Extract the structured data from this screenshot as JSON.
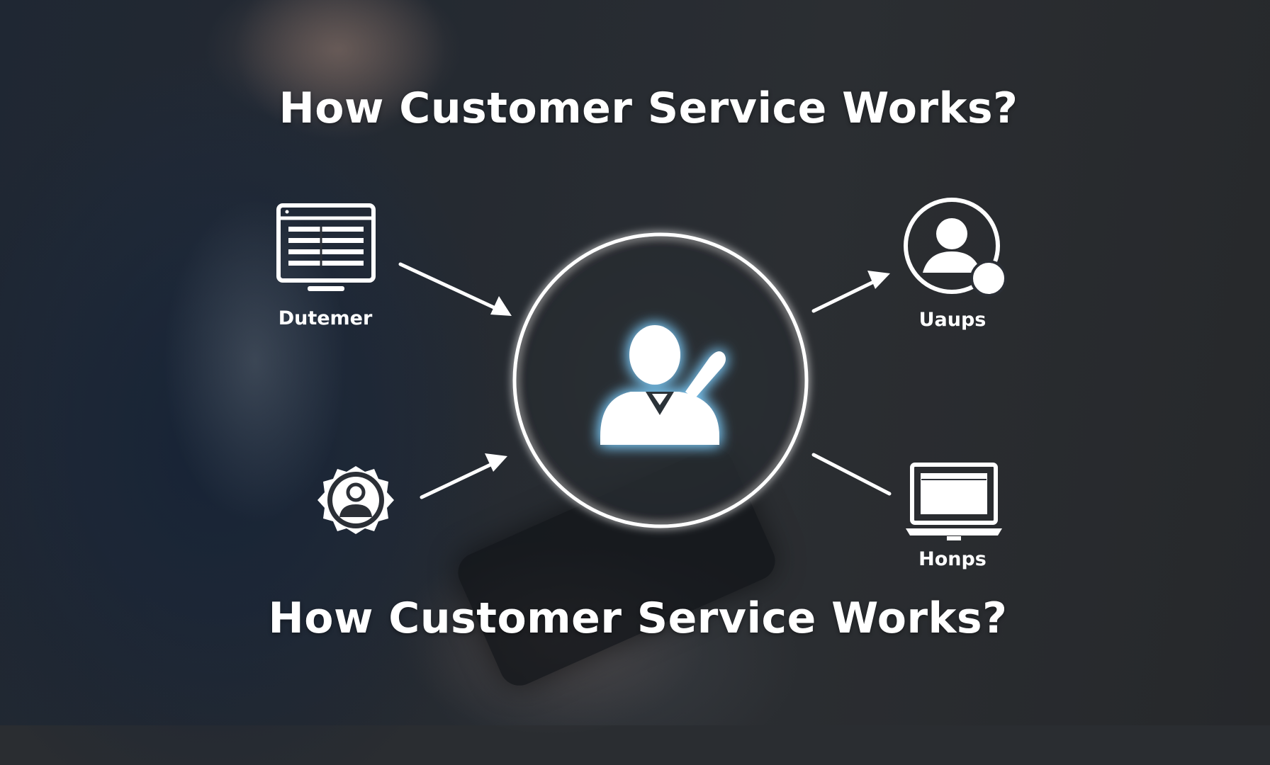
{
  "title_top": "How Customer Service Works?",
  "title_bottom": "How Customer Service Works?",
  "nodes": {
    "top_left": {
      "label": "Dutemer",
      "icon": "monitor-document-icon"
    },
    "bottom_left": {
      "label": "",
      "icon": "user-badge-icon"
    },
    "top_right": {
      "label": "Uaups",
      "icon": "user-circle-icon"
    },
    "bottom_right": {
      "label": "Honps",
      "icon": "laptop-icon"
    },
    "center": {
      "icon": "support-agent-icon"
    }
  },
  "colors": {
    "background": "#2a2d31",
    "foreground": "#ffffff",
    "agent_glow": "#7fd0ff"
  }
}
